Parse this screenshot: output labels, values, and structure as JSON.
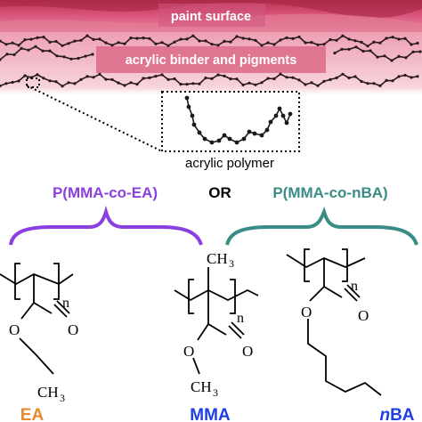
{
  "banners": {
    "paint_surface": "paint surface",
    "binder": "acrylic binder and pigments"
  },
  "inset_label": "acrylic polymer",
  "copolymers": {
    "left": "P(MMA-co-EA)",
    "connector": "OR",
    "right": "P(MMA-co-nBA)"
  },
  "monomer_labels": {
    "ea": "EA",
    "mma": "MMA",
    "nba_italic": "n",
    "nba_rest": "BA"
  },
  "atoms": {
    "oxygen": "O",
    "methyl": "CH",
    "subscript_3": "3",
    "repeat": "n"
  },
  "colors": {
    "paint_top": "#c63a5e",
    "paint_band": "#e8809a",
    "binder_area": "#f2b8c4",
    "banner_bg": "#dd6f8c",
    "chain": "#1a1a1a",
    "ea": "#e8892f",
    "mma": "#1f3fe0",
    "nba": "#1f3fe0",
    "left_copolymer": "#8a3fe0",
    "right_copolymer": "#3a8c86"
  }
}
